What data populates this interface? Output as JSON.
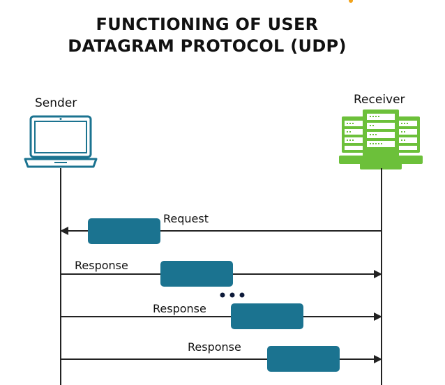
{
  "title": {
    "line1": "FUNCTIONING OF USER",
    "line2": "DATAGRAM PROTOCOL (UDP)"
  },
  "participants": {
    "sender": "Sender",
    "receiver": "Receiver"
  },
  "messages": [
    {
      "label": "Request",
      "direction": "receiver-to-sender"
    },
    {
      "label": "Response",
      "direction": "sender-to-receiver"
    },
    {
      "label": "Response",
      "direction": "sender-to-receiver"
    },
    {
      "label": "Response",
      "direction": "sender-to-receiver"
    }
  ],
  "colors": {
    "packet": "#1b7390",
    "laptop": "#1b7390",
    "server": "#6cc03a",
    "line": "#222222"
  },
  "icons": {
    "sender": "laptop-icon",
    "receiver": "server-icon",
    "ellipsis": "ellipsis-icon"
  }
}
